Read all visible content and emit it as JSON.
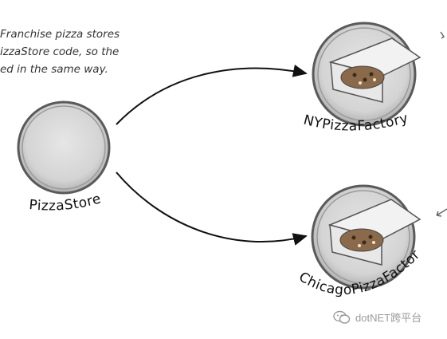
{
  "note": {
    "lines": [
      "Franchise pizza stores",
      "izzaStore code, so the",
      "ed in the same way."
    ]
  },
  "nodes": {
    "store": {
      "label": "PizzaStore"
    },
    "ny": {
      "label": "NYPizzaFactory"
    },
    "chicago": {
      "label": "ChicagoPizzaFactory"
    }
  },
  "watermark": {
    "text": "dotNET跨平台"
  },
  "colors": {
    "circle_fill": "#dcdcdc",
    "circle_edge": "#5a5a5a",
    "line": "#111111",
    "box": "#f2f2f2",
    "pizza": "#8a6a4a"
  }
}
